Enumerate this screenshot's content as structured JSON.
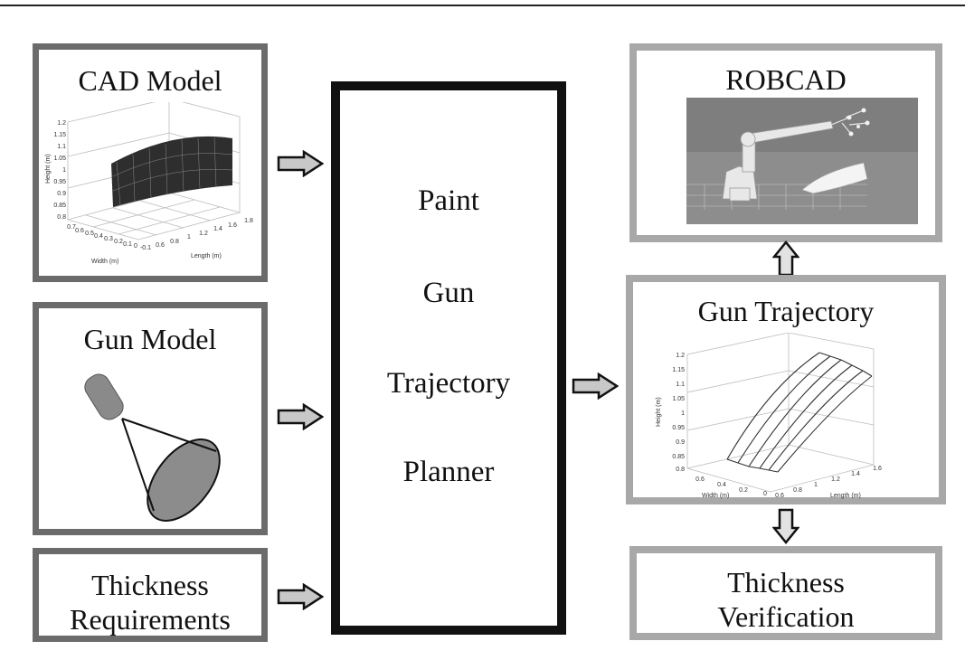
{
  "diagram": {
    "inputs": {
      "cad_model": {
        "title": "CAD Model",
        "plot": {
          "x_label": "Width (m)",
          "y_label": "Length (m)",
          "z_label": "Height (m)",
          "x_ticks": [
            "0.7",
            "0.6",
            "0.5",
            "0.4",
            "0.3",
            "0.2",
            "0.1",
            "0",
            "-0.1"
          ],
          "y_ticks": [
            "0.6",
            "0.8",
            "1",
            "1.2",
            "1.4",
            "1.6",
            "1.8"
          ],
          "z_ticks": [
            "1.2",
            "1.15",
            "1.1",
            "1.05",
            "1",
            "0.95",
            "0.9",
            "0.85",
            "0.8"
          ]
        }
      },
      "gun_model": {
        "title": "Gun Model"
      },
      "thickness_requirements": {
        "line1": "Thickness",
        "line2": "Requirements"
      }
    },
    "planner": {
      "line1": "Paint",
      "line2": "Gun",
      "line3": "Trajectory",
      "line4": "Planner"
    },
    "outputs": {
      "robcad": {
        "title": "ROBCAD"
      },
      "gun_trajectory": {
        "title": "Gun Trajectory",
        "plot": {
          "x_label": "Width (m)",
          "y_label": "Length (m)",
          "z_label": "Height (m)",
          "x_ticks": [
            "0.6",
            "0.4",
            "0.2",
            "0"
          ],
          "y_ticks": [
            "0.6",
            "0.8",
            "1",
            "1.2",
            "1.4",
            "1.6"
          ],
          "z_ticks": [
            "1.2",
            "1.15",
            "1.1",
            "1.05",
            "1",
            "0.95",
            "0.9",
            "0.85",
            "0.8"
          ]
        }
      },
      "thickness_verification": {
        "line1": "Thickness",
        "line2": "Verification"
      }
    }
  }
}
